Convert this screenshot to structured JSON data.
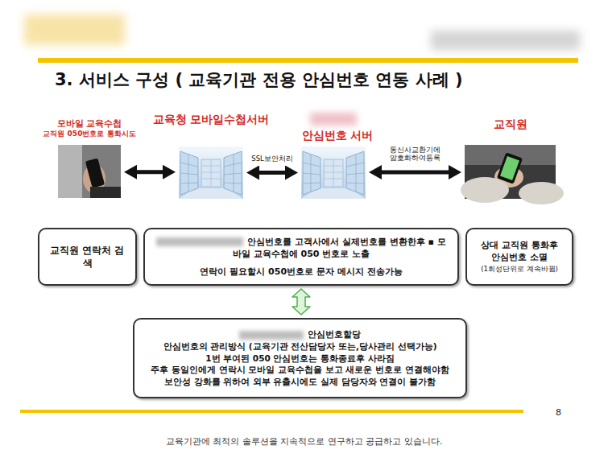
{
  "diagram": {
    "title": "3. 서비스 구성 ( 교육기관 전용 안심번호 연동 사례 )",
    "caption": "교육기관에 최적의 솔루션을 지속적으로 연구하고 공급하고 있습니다.",
    "nodes": [
      {
        "text": [
          "모바일 교육수첩",
          "교직원 050번호로 통화시도"
        ]
      },
      {
        "text": [
          "교육청 모바일수첩서버"
        ]
      },
      {
        "text": [
          "안심번호 서버"
        ]
      },
      {
        "text": [
          "교직원"
        ]
      },
      {
        "text": [
          "교직원 연락처 검색"
        ]
      },
      {
        "text": [
          "안심번호를 고객사에서 실제번호를 변환한후 ▪ 모바일 교육수첩에 050 번호로 노출",
          "연락이 필요할시 050번호로 문자 메시지 전송가능"
        ]
      },
      {
        "text": [
          "상대 교직원 통화후 안심번호 소멸",
          "(1회성단위로 계속바뀜)"
        ]
      },
      {
        "text": [
          "안심번호할당",
          "안심번호의 관리방식 (교육기관 전산담당자 또는,당사관리 선택가능)",
          "1번 부여된 050 안심번호는 통화종료후 사라짐",
          "주후 동일인에게 연락시 모바일 교육수첩을 보고 새로운 번호로 연결해야함",
          "보안성 강화를 위하여 외부 유출시에도 실제 담당자와 연결이 불가함"
        ]
      }
    ],
    "edges": [
      {
        "from": 0,
        "to": 1,
        "arrow": "both"
      },
      {
        "from": 1,
        "to": 2,
        "label": "SSL보안처리",
        "arrow": "both"
      },
      {
        "from": 2,
        "to": 3,
        "label": "통신사교환기에 암호화하여등록",
        "arrow": "both"
      },
      {
        "from": 5,
        "to": 7,
        "arrow": "both"
      }
    ],
    "labels": [
      "8"
    ]
  }
}
